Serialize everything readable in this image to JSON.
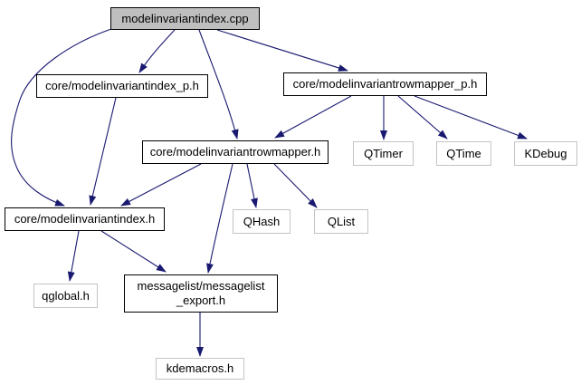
{
  "graph": {
    "kind": "include-dependency-graph",
    "colors": {
      "background": "#ffffff",
      "edge": "#191970",
      "node_border": "#000000",
      "external_node_border": "#c4c4c4",
      "highlight_node_fill": "#bfbfbf",
      "text": "#000000"
    },
    "nodes": [
      {
        "id": "modelinvariantindex-cpp",
        "label": "modelinvariantindex.cpp",
        "kind": "source-highlighted"
      },
      {
        "id": "modelinvariantindex-p-h",
        "label": "core/modelinvariantindex_p.h",
        "kind": "internal"
      },
      {
        "id": "modelinvariantrowmapper-p-h",
        "label": "core/modelinvariantrowmapper_p.h",
        "kind": "internal"
      },
      {
        "id": "modelinvariantrowmapper-h",
        "label": "core/modelinvariantrowmapper.h",
        "kind": "internal"
      },
      {
        "id": "qtimer",
        "label": "QTimer",
        "kind": "external"
      },
      {
        "id": "qtime",
        "label": "QTime",
        "kind": "external"
      },
      {
        "id": "kdebug",
        "label": "KDebug",
        "kind": "external"
      },
      {
        "id": "modelinvariantindex-h",
        "label": "core/modelinvariantindex.h",
        "kind": "internal"
      },
      {
        "id": "qhash",
        "label": "QHash",
        "kind": "external"
      },
      {
        "id": "qlist",
        "label": "QList",
        "kind": "external"
      },
      {
        "id": "qglobal-h",
        "label": "qglobal.h",
        "kind": "external"
      },
      {
        "id": "messagelist-export-h",
        "label": "messagelist/messagelist\n_export.h",
        "kind": "internal"
      },
      {
        "id": "kdemacros-h",
        "label": "kdemacros.h",
        "kind": "external"
      }
    ],
    "edges": [
      {
        "from": "modelinvariantindex-cpp",
        "to": "modelinvariantindex-p-h"
      },
      {
        "from": "modelinvariantindex-cpp",
        "to": "modelinvariantrowmapper-h"
      },
      {
        "from": "modelinvariantindex-cpp",
        "to": "modelinvariantrowmapper-p-h"
      },
      {
        "from": "modelinvariantindex-cpp",
        "to": "modelinvariantindex-h"
      },
      {
        "from": "modelinvariantindex-p-h",
        "to": "modelinvariantindex-h"
      },
      {
        "from": "modelinvariantrowmapper-p-h",
        "to": "modelinvariantrowmapper-h"
      },
      {
        "from": "modelinvariantrowmapper-p-h",
        "to": "qtimer"
      },
      {
        "from": "modelinvariantrowmapper-p-h",
        "to": "qtime"
      },
      {
        "from": "modelinvariantrowmapper-p-h",
        "to": "kdebug"
      },
      {
        "from": "modelinvariantrowmapper-h",
        "to": "modelinvariantindex-h"
      },
      {
        "from": "modelinvariantrowmapper-h",
        "to": "qhash"
      },
      {
        "from": "modelinvariantrowmapper-h",
        "to": "qlist"
      },
      {
        "from": "modelinvariantrowmapper-h",
        "to": "messagelist-export-h"
      },
      {
        "from": "modelinvariantindex-h",
        "to": "qglobal-h"
      },
      {
        "from": "modelinvariantindex-h",
        "to": "messagelist-export-h"
      },
      {
        "from": "messagelist-export-h",
        "to": "kdemacros-h"
      }
    ]
  }
}
